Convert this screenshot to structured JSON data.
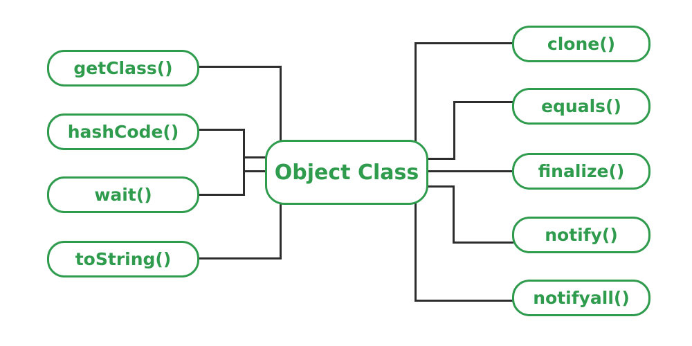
{
  "diagram": {
    "center_node": {
      "label": "Object Class"
    },
    "left_nodes": [
      {
        "id": "getclass",
        "label": "getClass()"
      },
      {
        "id": "hashcode",
        "label": "hashCode()"
      },
      {
        "id": "wait",
        "label": "wait()"
      },
      {
        "id": "tostring",
        "label": "toString()"
      }
    ],
    "right_nodes": [
      {
        "id": "clone",
        "label": "clone()"
      },
      {
        "id": "equals",
        "label": "equals()"
      },
      {
        "id": "finalize",
        "label": "finalize()"
      },
      {
        "id": "notify",
        "label": "notify()"
      },
      {
        "id": "notifyall",
        "label": "notifyall()"
      }
    ]
  },
  "colors": {
    "node_green": "#2e9b4d",
    "connector_dark": "#2d2d2d",
    "background": "#ffffff"
  }
}
